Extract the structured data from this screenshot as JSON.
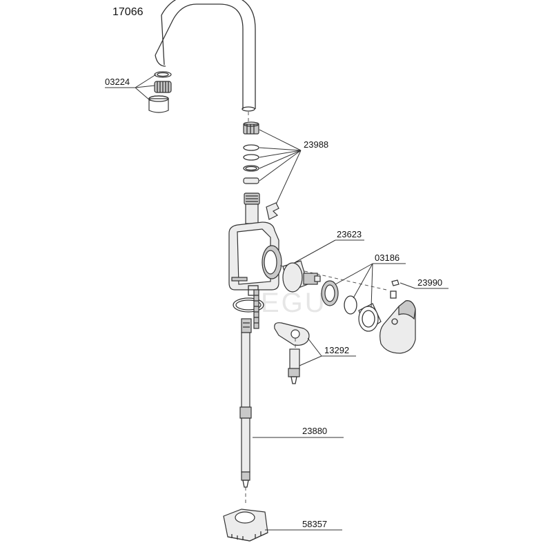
{
  "model_number": "17066",
  "watermark": "EGU",
  "parts": [
    {
      "id": "aerator",
      "number": "03224"
    },
    {
      "id": "swivel-seals",
      "number": "23988"
    },
    {
      "id": "cartridge",
      "number": "23623"
    },
    {
      "id": "cartridge-nut",
      "number": "03186"
    },
    {
      "id": "handle",
      "number": "23990"
    },
    {
      "id": "mounting-clamp",
      "number": "13292"
    },
    {
      "id": "flex-hose",
      "number": "23880"
    },
    {
      "id": "base-bracket",
      "number": "58357"
    }
  ]
}
